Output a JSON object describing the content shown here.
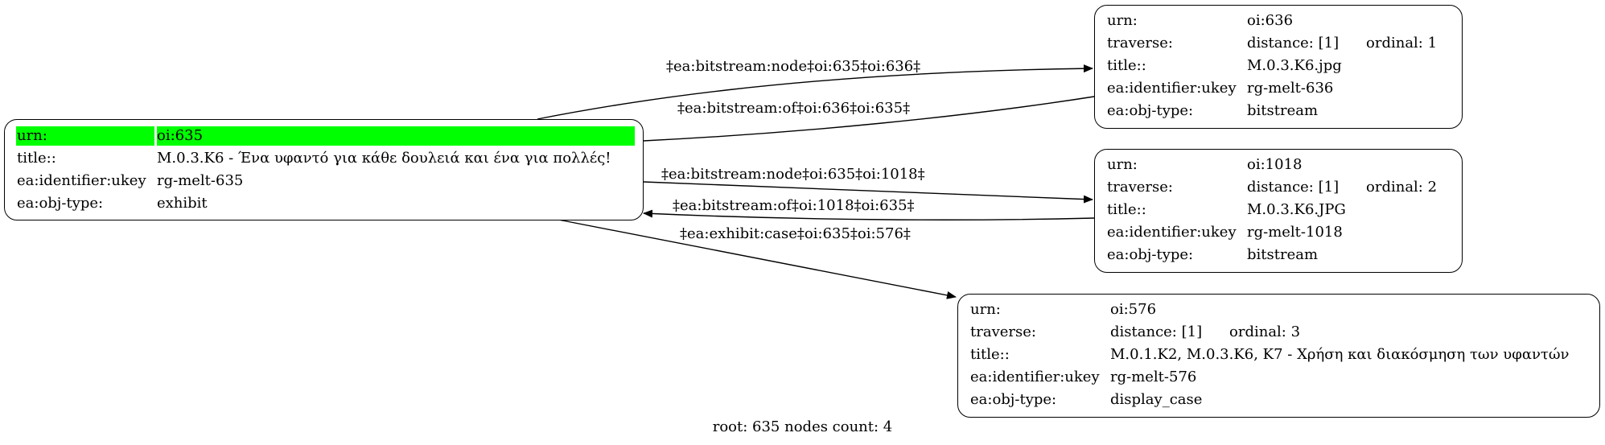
{
  "nodes": {
    "oi635": {
      "rows": [
        {
          "key": "urn:",
          "value": "oi:635"
        },
        {
          "key": "title::",
          "value": "M.0.3.K6 - Ένα υφαντό για κάθε δουλειά και ένα για πολλές!"
        },
        {
          "key": "ea:identifier:ukey",
          "value": "rg-melt-635"
        },
        {
          "key": "ea:obj-type:",
          "value": "exhibit"
        }
      ]
    },
    "oi636": {
      "rows": [
        {
          "key": "urn:",
          "value": "oi:636"
        },
        {
          "key": "traverse:",
          "value": "distance: [1]",
          "extra": "ordinal: 1"
        },
        {
          "key": "title::",
          "value": "M.0.3.K6.jpg"
        },
        {
          "key": "ea:identifier:ukey",
          "value": "rg-melt-636"
        },
        {
          "key": "ea:obj-type:",
          "value": "bitstream"
        }
      ]
    },
    "oi1018": {
      "rows": [
        {
          "key": "urn:",
          "value": "oi:1018"
        },
        {
          "key": "traverse:",
          "value": "distance: [1]",
          "extra": "ordinal: 2"
        },
        {
          "key": "title::",
          "value": "M.0.3.K6.JPG"
        },
        {
          "key": "ea:identifier:ukey",
          "value": "rg-melt-1018"
        },
        {
          "key": "ea:obj-type:",
          "value": "bitstream"
        }
      ]
    },
    "oi576": {
      "rows": [
        {
          "key": "urn:",
          "value": "oi:576"
        },
        {
          "key": "traverse:",
          "value": "distance: [1]",
          "extra": "ordinal: 3"
        },
        {
          "key": "title::",
          "value": "M.0.1.K2, M.0.3.K6, K7 - Χρήση και διακόσμηση των υφαντών"
        },
        {
          "key": "ea:identifier:ukey",
          "value": "rg-melt-576"
        },
        {
          "key": "ea:obj-type:",
          "value": "display_case"
        }
      ]
    }
  },
  "edges": [
    {
      "from": "oi635",
      "to": "oi636",
      "label": "‡ea:bitstream:node‡oi:635‡oi:636‡"
    },
    {
      "from": "oi636",
      "to": "oi635",
      "label": "‡ea:bitstream:of‡oi:636‡oi:635‡"
    },
    {
      "from": "oi635",
      "to": "oi1018",
      "label": "‡ea:bitstream:node‡oi:635‡oi:1018‡"
    },
    {
      "from": "oi1018",
      "to": "oi635",
      "label": "‡ea:bitstream:of‡oi:1018‡oi:635‡"
    },
    {
      "from": "oi635",
      "to": "oi576",
      "label": "‡ea:exhibit:case‡oi:635‡oi:576‡"
    }
  ],
  "root_highlight_color": "#00ff00",
  "footer": "root: 635 nodes count: 4"
}
